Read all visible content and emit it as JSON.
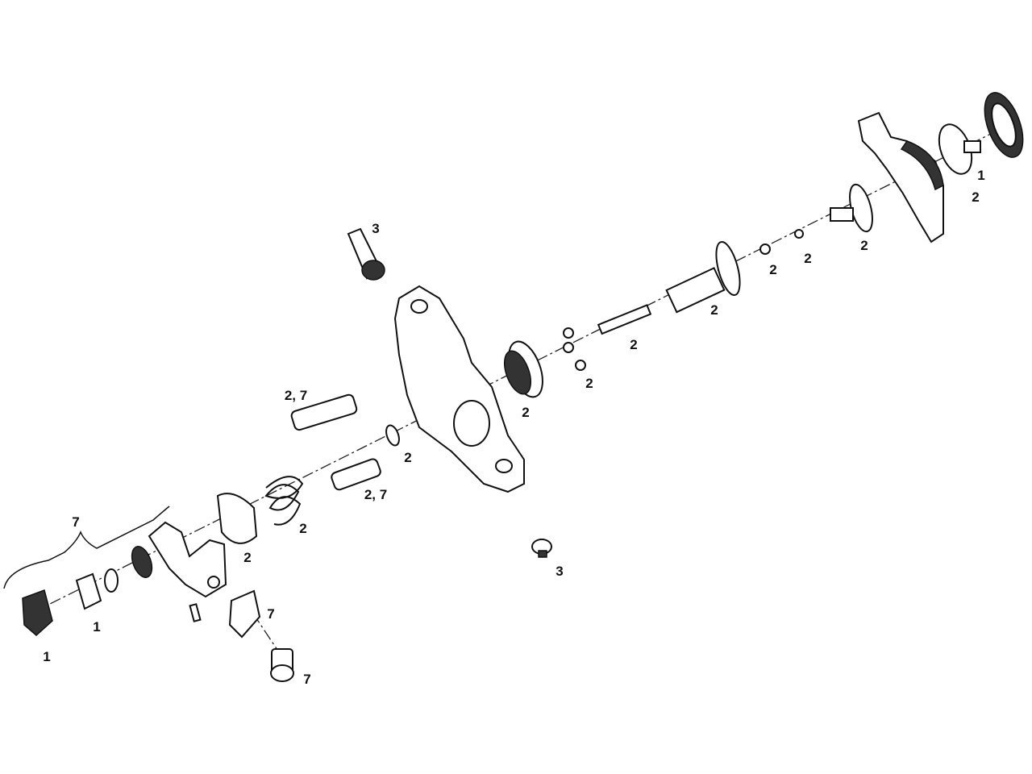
{
  "diagram": {
    "type": "exploded-parts-view",
    "callouts": [
      {
        "id": "c1",
        "text": "1"
      },
      {
        "id": "c2",
        "text": "2"
      },
      {
        "id": "c3",
        "text": "2"
      },
      {
        "id": "c4",
        "text": "2"
      },
      {
        "id": "c5",
        "text": "2"
      },
      {
        "id": "c6",
        "text": "2"
      },
      {
        "id": "c7",
        "text": "2"
      },
      {
        "id": "c8",
        "text": "2"
      },
      {
        "id": "c9",
        "text": "2"
      },
      {
        "id": "c10",
        "text": "3"
      },
      {
        "id": "c11",
        "text": "2, 7"
      },
      {
        "id": "c12",
        "text": "2"
      },
      {
        "id": "c13",
        "text": "2, 7"
      },
      {
        "id": "c14",
        "text": "2"
      },
      {
        "id": "c15",
        "text": "2"
      },
      {
        "id": "c16",
        "text": "7"
      },
      {
        "id": "c17",
        "text": "3"
      },
      {
        "id": "c18",
        "text": "7"
      },
      {
        "id": "c19",
        "text": "1"
      },
      {
        "id": "c20",
        "text": "1"
      },
      {
        "id": "c21",
        "text": "7"
      }
    ]
  }
}
